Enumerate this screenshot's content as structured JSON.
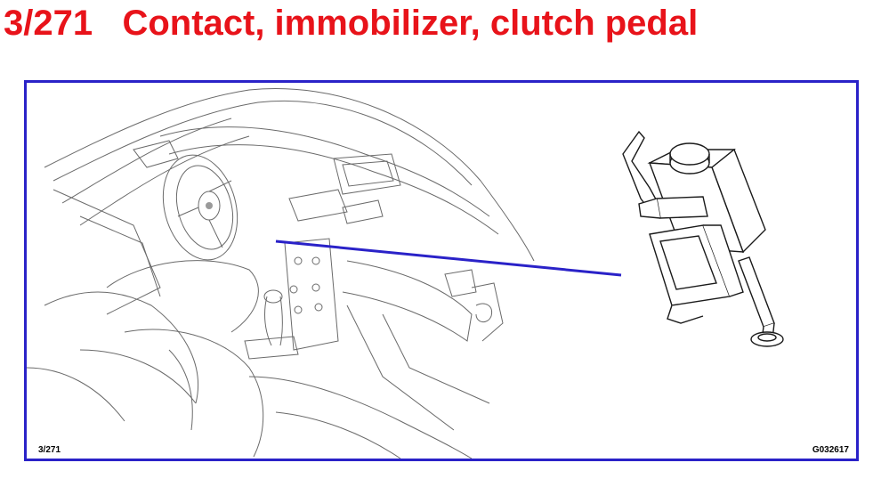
{
  "header": {
    "title": "3/271   Contact, immobilizer, clutch pedal"
  },
  "figure": {
    "ref_left": "3/271",
    "ref_right": "G032617"
  },
  "colors": {
    "title": "#e8131a",
    "frame": "#2a22c8",
    "leader_line": "#2a22c8",
    "line_art": "#6a6a6a",
    "component_line": "#1a1a1a"
  },
  "icons": {
    "interior": "car-interior-dashboard-illustration",
    "component": "clutch-pedal-switch-illustration"
  }
}
